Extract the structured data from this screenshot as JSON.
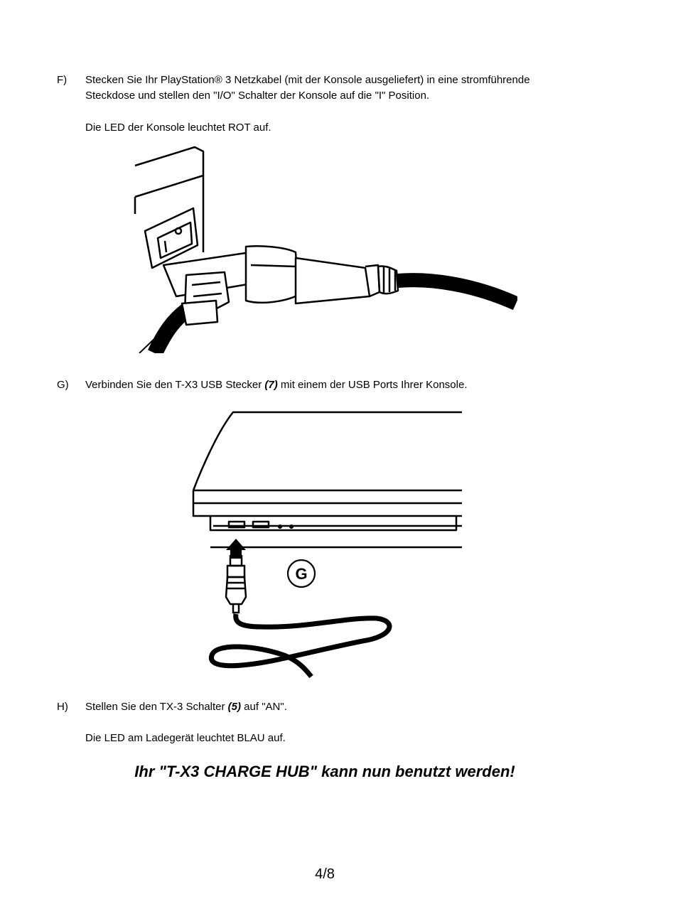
{
  "steps": {
    "f": {
      "marker": "F)",
      "line1": "Stecken Sie Ihr PlayStation® 3 Netzkabel (mit der Konsole ausgeliefert) in eine stromführende",
      "line2": "Steckdose und stellen den \"I/O\" Schalter der Konsole auf die \"I\" Position.",
      "note": "Die LED der Konsole leuchtet ROT auf."
    },
    "g": {
      "marker": "G)",
      "text_before": "Verbinden Sie den T-X3 USB Stecker ",
      "ref": "(7)",
      "text_after": " mit einem der USB Ports Ihrer Konsole.",
      "figure_label": "G"
    },
    "h": {
      "marker": "H)",
      "text_before": "Stellen Sie den TX-3 Schalter ",
      "ref": "(5)",
      "text_after": " auf \"AN\".",
      "note": "Die LED am Ladegerät leuchtet BLAU auf."
    }
  },
  "final_message": "Ihr \"T-X3 CHARGE HUB\" kann nun benutzt werden!",
  "page_number": "4/8"
}
